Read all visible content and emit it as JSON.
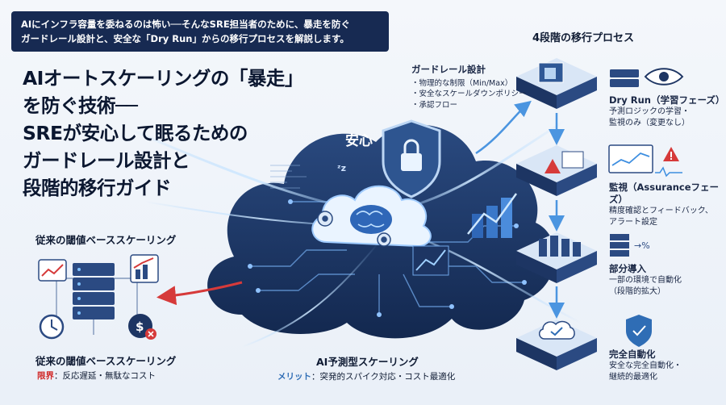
{
  "banner": {
    "line1": "AIにインフラ容量を委ねるのは怖い──そんなSRE担当者のために、暴走を防ぐ",
    "line2": "ガードレール設計と、安全な「Dry Run」からの移行プロセスを解説します。"
  },
  "title": {
    "line1": "AIオートスケーリングの「暴走」",
    "line2": "を防ぐ技術──",
    "line3": "SREが安心して眠るための",
    "line4": "ガードレール設計と",
    "line5": "段階的移行ガイド"
  },
  "center": {
    "badge": "安心"
  },
  "guardrail": {
    "heading": "ガードレール設計",
    "items": [
      "・物理的な制限（Min/Max）",
      "・安全なスケールダウンポリシー",
      "・承認フロー"
    ]
  },
  "phases": {
    "heading": "4段階の移行プロセス",
    "steps": [
      {
        "title": "Dry Run（学習フェーズ）",
        "desc1": "予測ロジックの学習・",
        "desc2": "監視のみ（変更なし）"
      },
      {
        "title": "監視（Assuranceフェーズ）",
        "desc1": "精度確認とフィードバック、",
        "desc2": "アラート設定"
      },
      {
        "title": "部分導入",
        "desc1": "一部の環境で自動化",
        "desc2": "（段階的拡大）"
      },
      {
        "title": "完全自動化",
        "desc1": "安全な完全自動化・",
        "desc2": "継続的最適化"
      }
    ]
  },
  "legacy": {
    "top_label": "従来の閾値ベーススケーリング",
    "bottom_label": "従来の閾値ベーススケーリング",
    "limit_tag": "限界",
    "limit_text": "：反応遅延・無駄なコスト"
  },
  "ai": {
    "label": "AI予測型スケーリング",
    "merit_tag": "メリット",
    "merit_text": "：突発的スパイク対応・コスト最適化"
  },
  "colors": {
    "navy": "#172a52",
    "cloud": "#1f3a6b",
    "accent_blue": "#3d8ee0",
    "alert_red": "#d02626"
  },
  "icons": [
    "brain-icon",
    "lock-shield-icon",
    "gear-icon",
    "server-icon",
    "eye-icon",
    "warning-icon",
    "clock-icon",
    "cost-icon",
    "chart-icon",
    "cloud-check-icon",
    "shield-check-icon"
  ]
}
